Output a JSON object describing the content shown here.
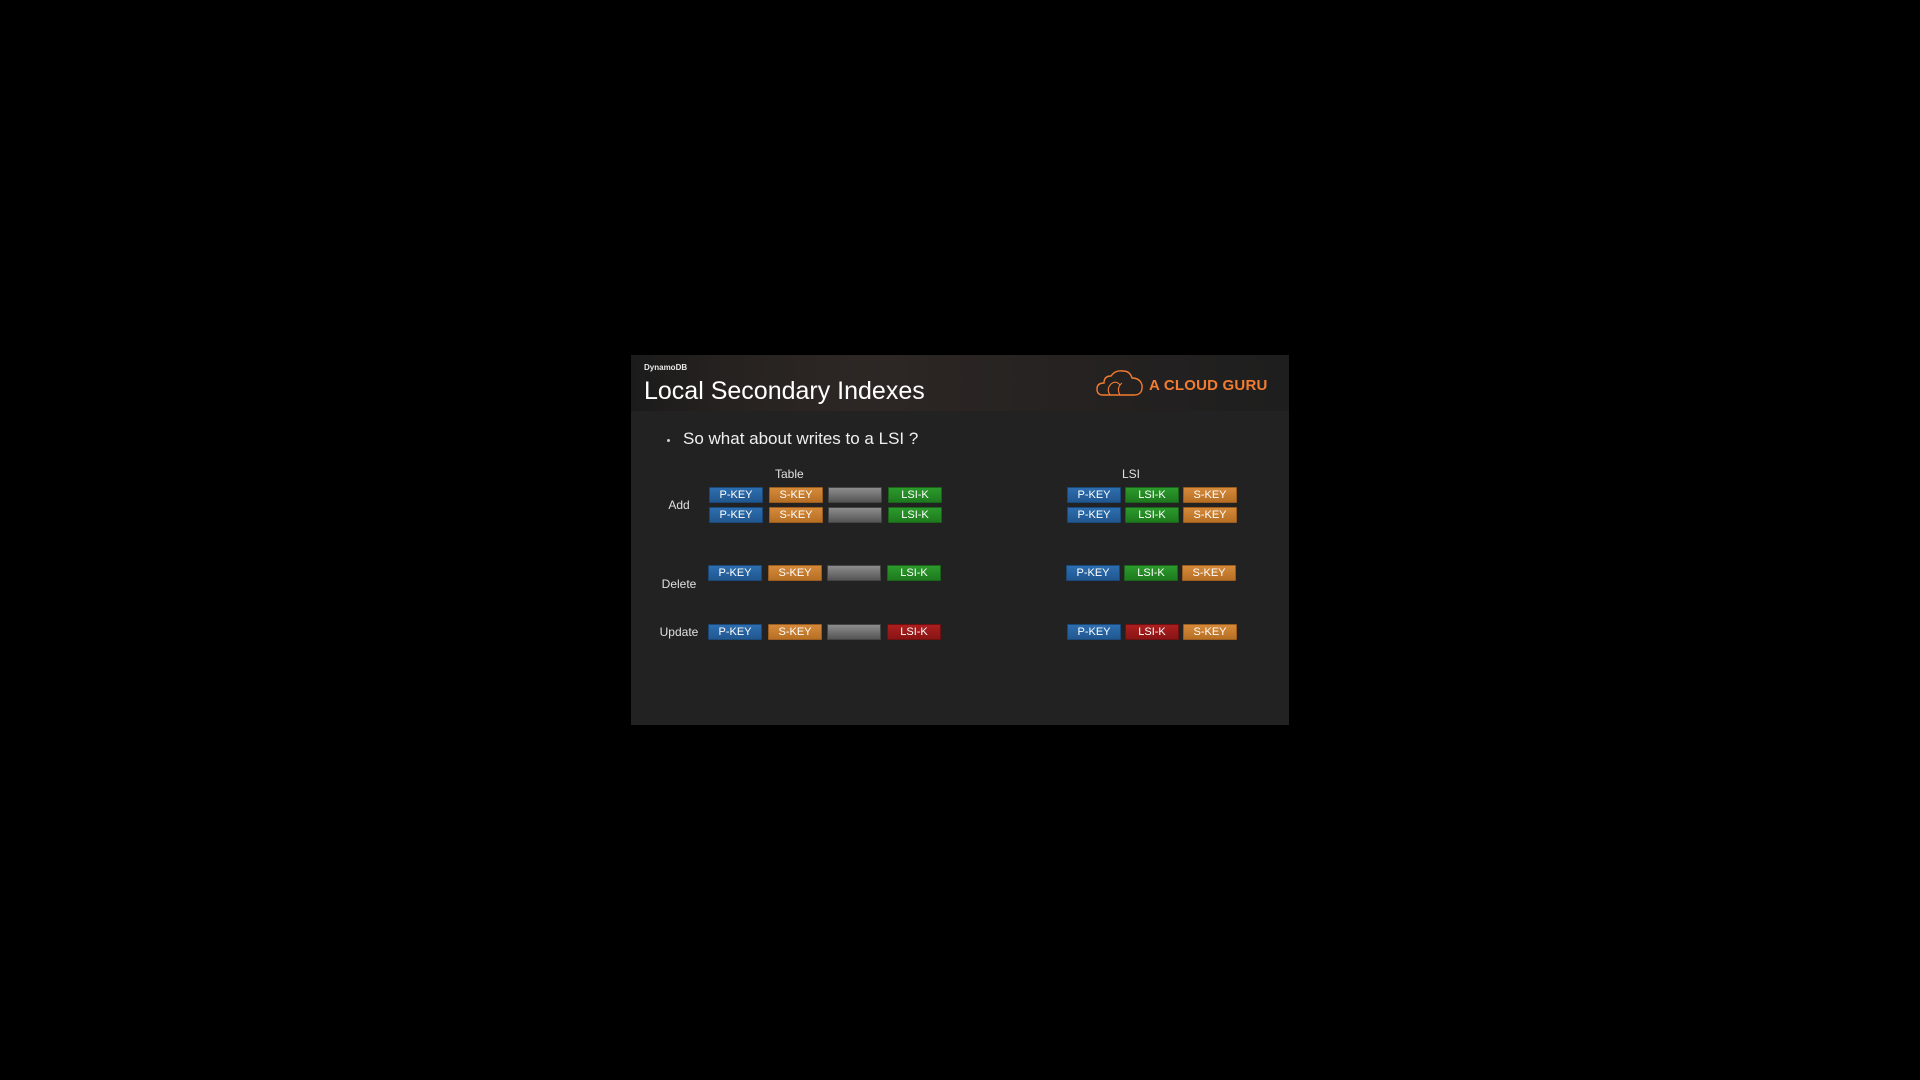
{
  "header": {
    "eyebrow": "DynamoDB",
    "title": "Local Secondary Indexes"
  },
  "logo": {
    "text": "A CLOUD GURU",
    "icon": "cloud-icon",
    "color": "#f47c30"
  },
  "bullet": "So what about writes to a LSI ?",
  "columns": {
    "table": "Table",
    "lsi": "LSI"
  },
  "rows": {
    "add": "Add",
    "delete": "Delete",
    "update": "Update"
  },
  "keys": {
    "pkey": "P-KEY",
    "skey": "S-KEY",
    "lsik": "LSI-K",
    "empty": ""
  },
  "colors": {
    "pkey": "#21578f",
    "skey": "#b76f25",
    "lsik": "#1e7a1e",
    "lsik_changed": "#891414",
    "attribute": "#6e6e6e"
  }
}
